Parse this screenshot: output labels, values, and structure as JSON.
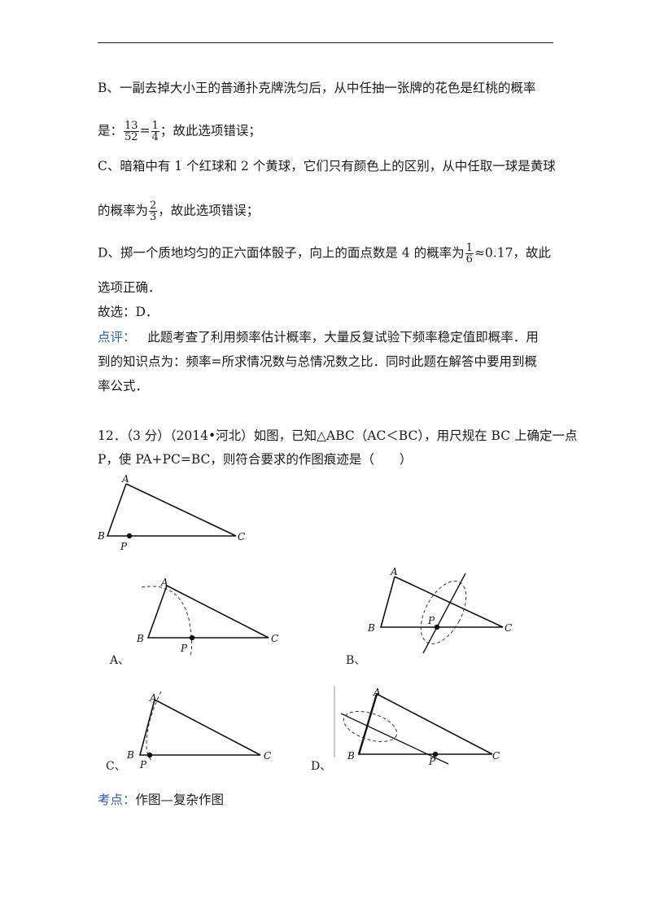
{
  "lines": {
    "b1": "B、一副去掉大小王的普通扑克牌洗匀后，从中任抽一张牌的花色是红桃的概率",
    "b2_pre": "是：",
    "b2_f1_num": "13",
    "b2_f1_den": "52",
    "b2_eq": "=",
    "b2_f2_num": "1",
    "b2_f2_den": "4",
    "b2_post": "；故此选项错误；",
    "c1": "C、暗箱中有 1 个红球和 2 个黄球，它们只有颜色上的区别，从中任取一球是黄球",
    "c2_pre": "的概率为",
    "c2_num": "2",
    "c2_den": "3",
    "c2_post": "，故此选项错误；",
    "d1_pre": "D、掷一个质地均匀的正六面体骰子，向上的面点数是 4 的概率为",
    "d1_num": "1",
    "d1_den": "6",
    "d1_post": "≈0.17，故此",
    "d2": "选项正确．",
    "answer": "故选：D．",
    "comment_label": "点评：",
    "comment1": "此题考查了利用频率估计概率，大量反复试验下频率稳定值即概率．用",
    "comment2": "到的知识点为：频率=所求情况数与总情况数之比．同时此题在解答中要用到概",
    "comment3": "率公式．",
    "q12_1": "12．（3 分）（2014•河北）如图，已知△ABC（AC＜BC），用尺规在 BC 上确定一点",
    "q12_2": "P，使 PA+PC=BC，则符合要求的作图痕迹是（　　）",
    "kaodian_label": "考点：",
    "kaodian_text": "作图—复杂作图"
  },
  "figure_labels": {
    "A": "A",
    "B": "B",
    "C": "C",
    "P": "P"
  },
  "options": {
    "a": "A、",
    "b": "B、",
    "c": "C、",
    "d": "D、"
  },
  "colors": {
    "label_blue": "#2e5fb0",
    "text": "#1a1a1a"
  }
}
